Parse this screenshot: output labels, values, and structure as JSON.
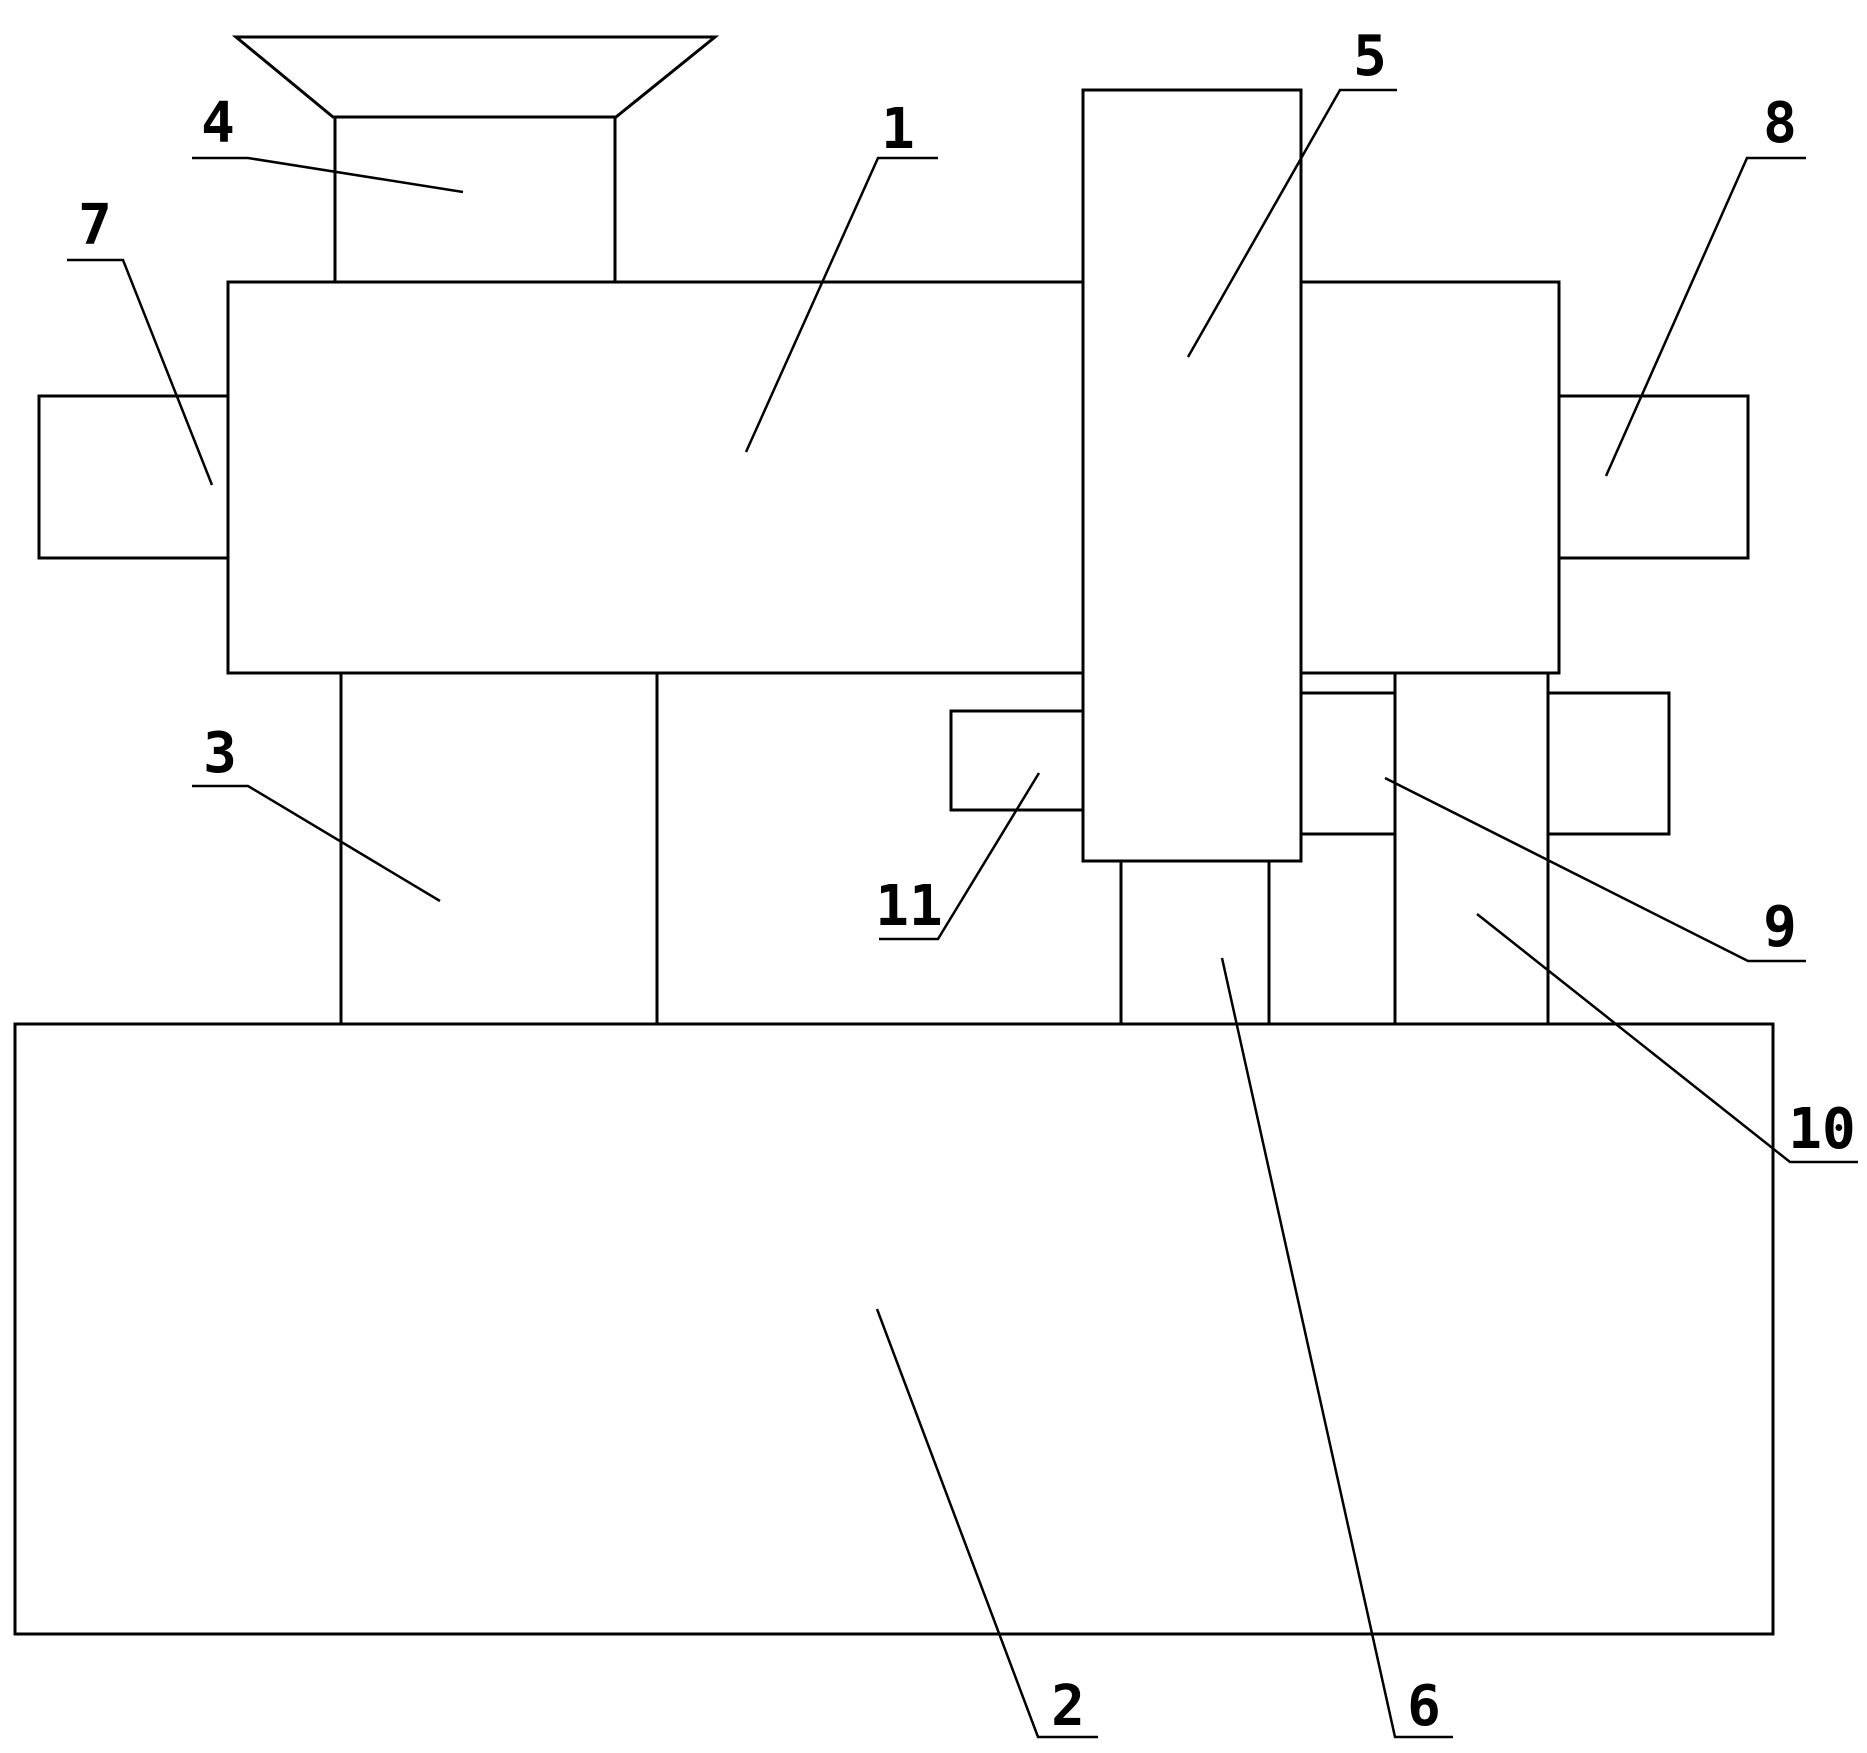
{
  "figure": {
    "background": "#ffffff",
    "line_color": "#000000"
  },
  "labels": {
    "1": "1",
    "2": "2",
    "3": "3",
    "4": "4",
    "5": "5",
    "6": "6",
    "7": "7",
    "8": "8",
    "9": "9",
    "10": "10",
    "11": "11"
  }
}
